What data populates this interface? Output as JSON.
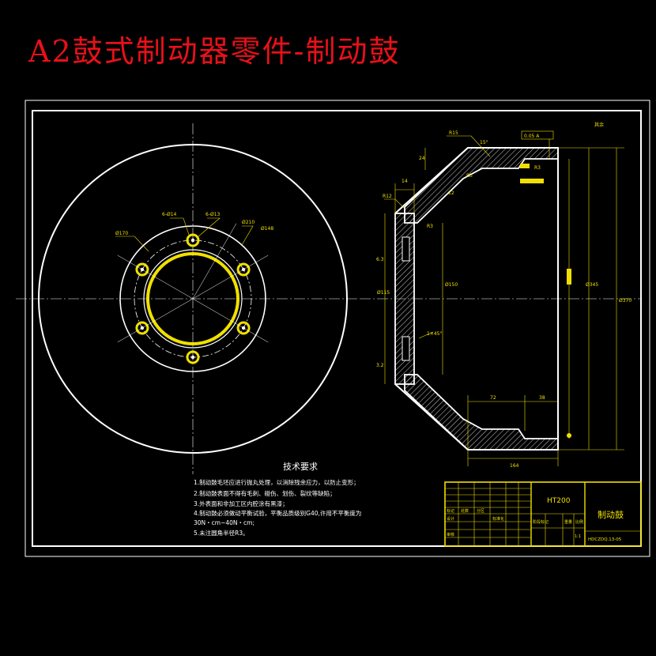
{
  "page_title": "A2鼓式制动器零件-制动鼓",
  "colors": {
    "background": "#000000",
    "title": "#e8101a",
    "line": "#ffffff",
    "dimension": "#f0e000",
    "center_line": "#ffffff",
    "title_block": "#f0e000"
  },
  "front_view": {
    "labels": {
      "holes_a": "6-Ø14",
      "holes_b": "6-Ø13",
      "pcd_left": "Ø170",
      "pcd_a": "Ø210",
      "pcd_b": "Ø148"
    }
  },
  "section_view": {
    "labels": {
      "roughness_top": "其余",
      "r_top": "R15",
      "angle_top": "15°",
      "tol_frame": "0.05 A",
      "r_a": "R3",
      "r_b": "R3",
      "dim_thk": "24",
      "dim_12": "12",
      "dim_14": "14",
      "r_left": "R12",
      "r_c": "R3",
      "d_left_1": "Ø115",
      "d_left_2": "Ø150",
      "chamfer": "1×45°",
      "d_big": "Ø345",
      "d_outer": "Ø370",
      "dim_72": "72",
      "dim_38": "38",
      "dim_164": "164",
      "rough_a": "6.3",
      "rough_b": "3.2"
    }
  },
  "tech_requirements": {
    "title": "技术要求",
    "items": [
      "1.制动鼓毛坯应进行抛丸处理，以消除残余应力，以防止变形；",
      "2.制动鼓表面不得有毛刺、碰伤、划伤、裂纹等缺陷；",
      "3.外表面和非加工区内腔涂有黑漆；",
      "4.制动鼓必须做动平衡试验，平衡品质级别G40,许用不平衡度为",
      "30N・cm~40N・cm;",
      "5.未注圆角半径R3。"
    ]
  },
  "title_block": {
    "material": "HT200",
    "part_name": "制动鼓",
    "drawing_no": "HDCZDQ.13-05",
    "row_labels": [
      "标记",
      "处数",
      "分区"
    ],
    "sign_labels": [
      "设计",
      "标准化"
    ],
    "stage_labels": [
      "阶段标记",
      "重量",
      "比例"
    ],
    "audit_label": "审核",
    "scale": "1:1"
  }
}
